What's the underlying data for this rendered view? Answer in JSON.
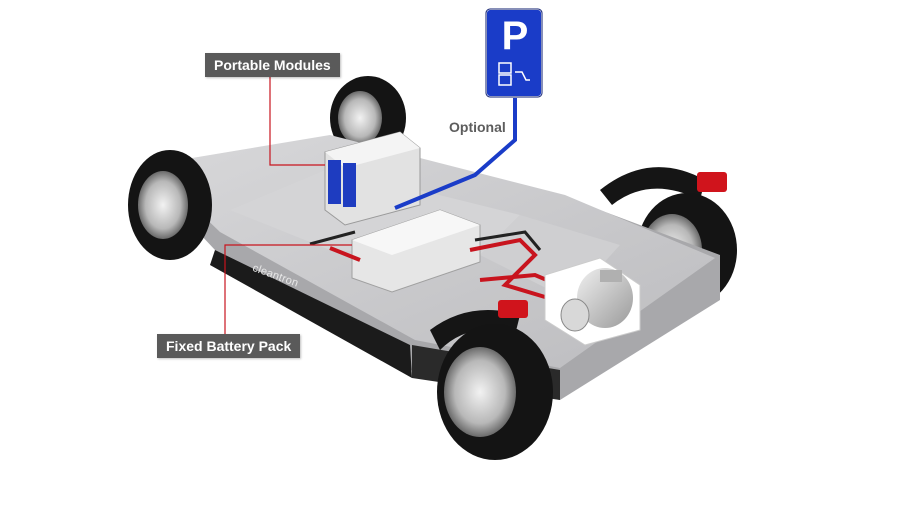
{
  "labels": {
    "portable_modules": "Portable Modules",
    "fixed_battery_pack": "Fixed Battery Pack",
    "optional": "Optional"
  },
  "brand": "cleantron",
  "parking_sign": {
    "letter": "P",
    "color": "#1a3cc8"
  },
  "colors": {
    "callout_background": "#5a5a5a",
    "callout_leader": "#c8141e",
    "charging_cable": "#1a3cc8",
    "power_cable": "#c8141e",
    "chassis": "#c9c9cb",
    "tire": "#141414"
  },
  "icons": [
    "parking-sign-icon",
    "ev-charging-icon",
    "wheel-icon",
    "motor-icon",
    "battery-icon"
  ]
}
